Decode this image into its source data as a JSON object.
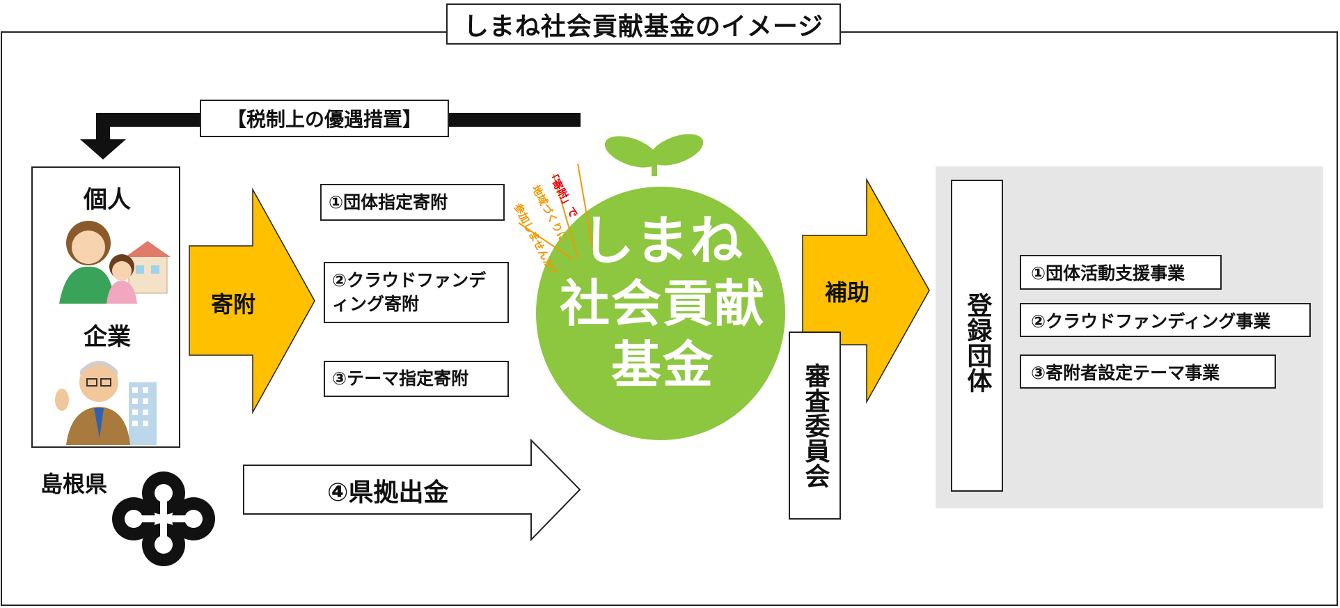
{
  "title": "しまね社会貢献基金のイメージ",
  "tax_label": "【税制上の優遇措置】",
  "donors": {
    "individual": "個人",
    "company": "企業",
    "prefecture": "島根県"
  },
  "donation_arrow_label": "寄附",
  "donation_types": [
    "①団体指定寄附",
    "②クラウドファンディング寄附",
    "③テーマ指定寄附"
  ],
  "prefecture_contribution": "④県拠出金",
  "fund": {
    "name_line1": "しまね",
    "name_line2": "社会貢献",
    "name_line3": "基金",
    "sub_copy_1": "「寄附」で",
    "sub_copy_2": "地域づくりに",
    "sub_copy_3": "参加しませんか？"
  },
  "subsidy_arrow_label": "補助",
  "committee": "審査委員会",
  "registered_groups": "登録団体",
  "businesses": [
    "①団体活動支援事業",
    "②クラウドファンディング事業",
    "③寄附者設定テーマ事業"
  ],
  "colors": {
    "arrow_fill": "#FFC000",
    "fund_green": "#8DC63F",
    "panel_gray": "#E6E6E6",
    "sub_copy_red": "#E60012",
    "sub_copy_orange": "#F39800"
  }
}
